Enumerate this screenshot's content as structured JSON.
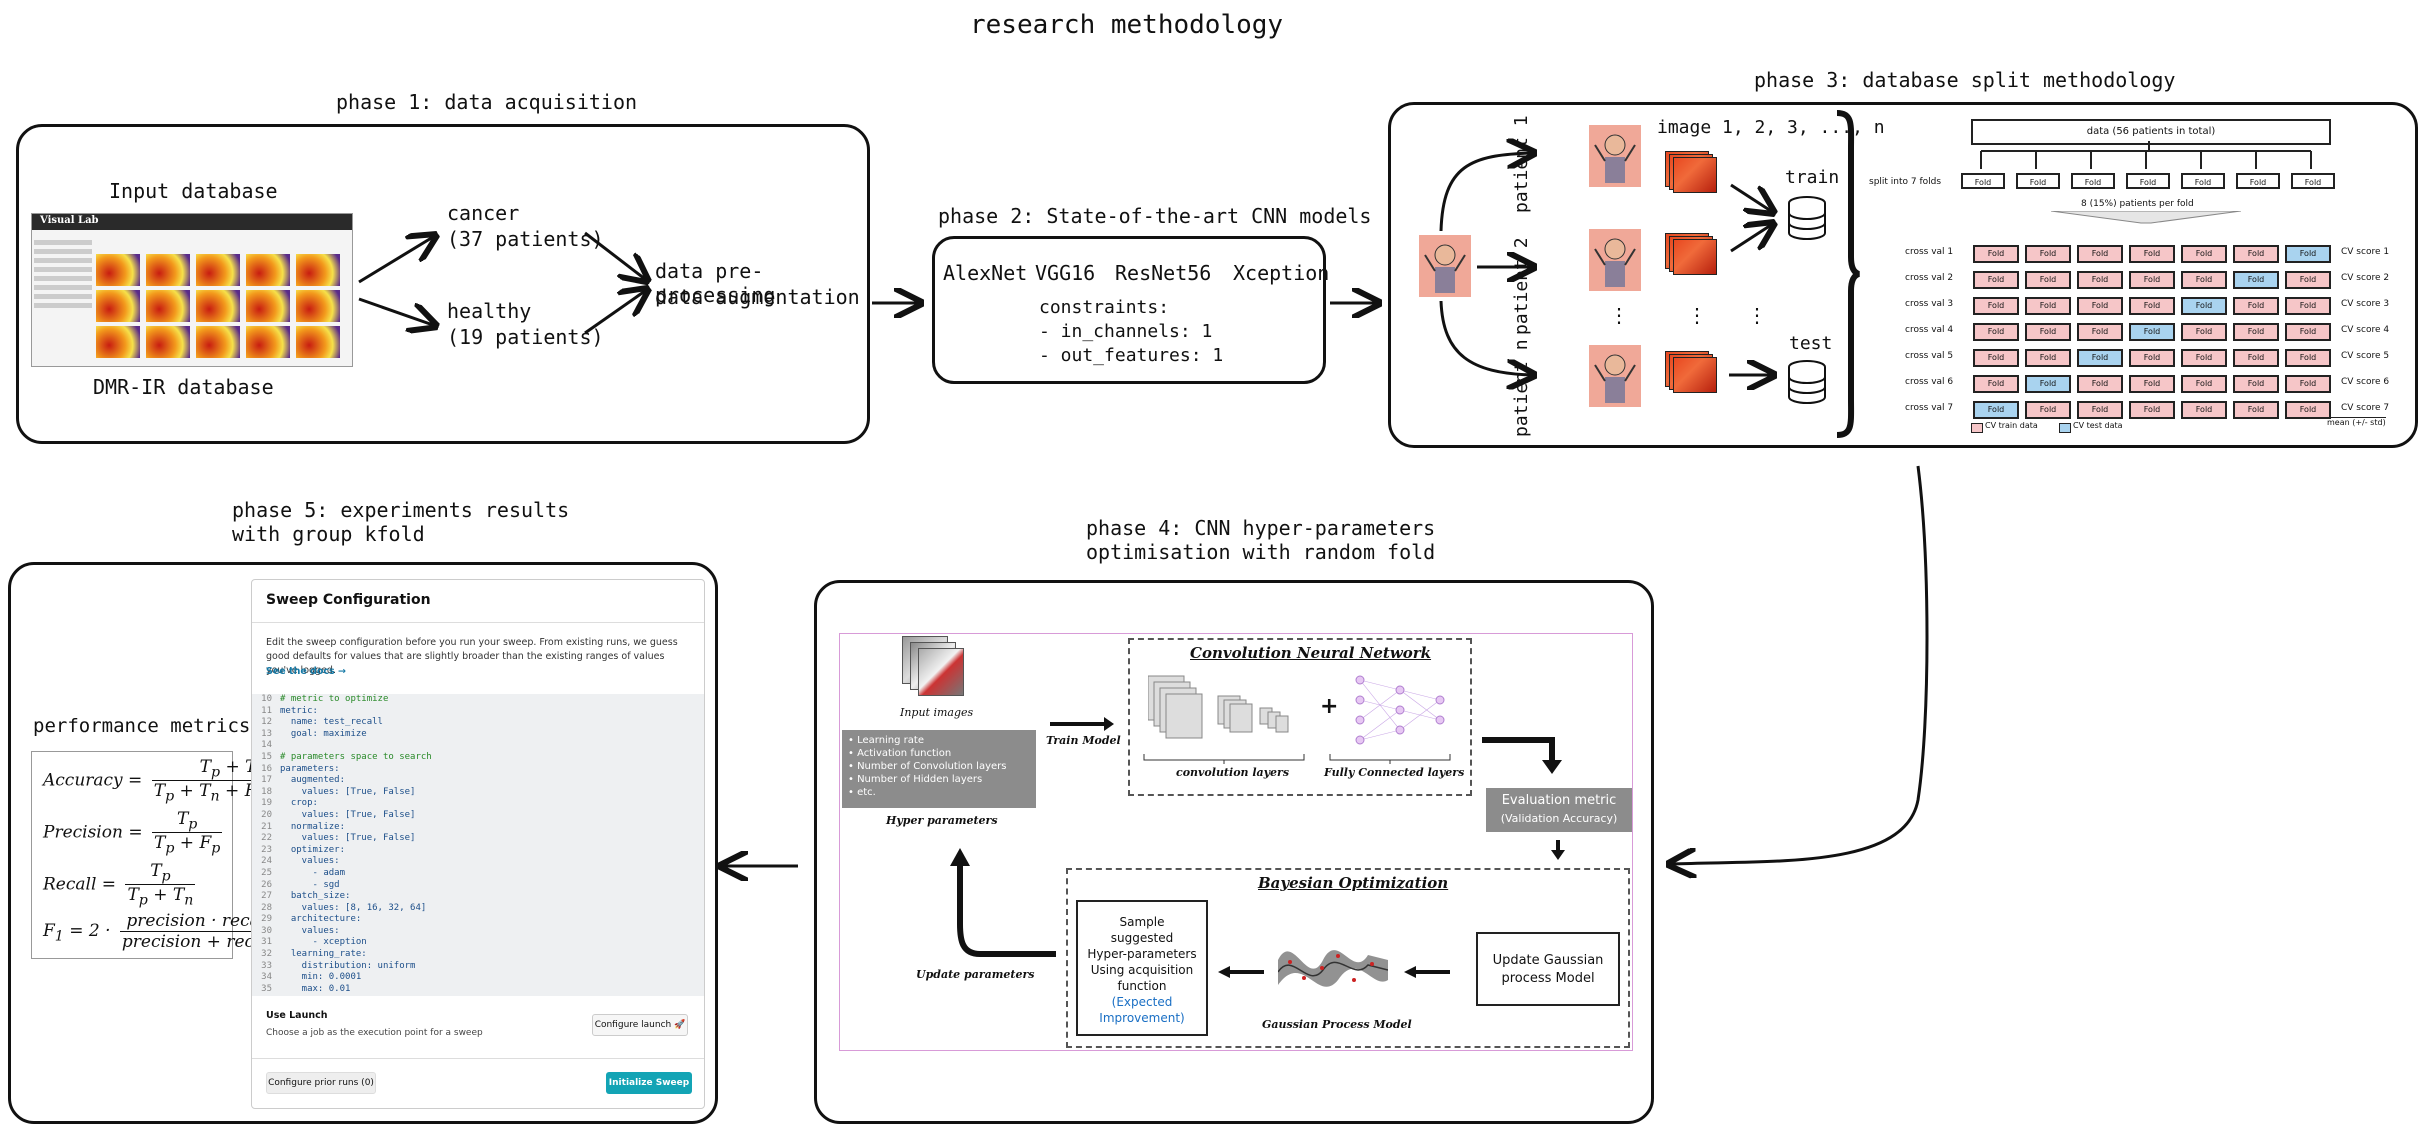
{
  "title": "research methodology",
  "phase1": {
    "title": "phase 1: data acquisition",
    "input_label": "Input database",
    "db_label": "DMR-IR database",
    "screenshot_app": "Visual Lab",
    "cancer": "cancer",
    "cancer_count": "(37 patients)",
    "healthy": "healthy",
    "healthy_count": "(19 patients)",
    "prep1": "data pre-processing",
    "prep2": "data augmentation"
  },
  "phase2": {
    "title": "phase 2: State-of-the-art CNN models",
    "models": [
      "AlexNet",
      "VGG16",
      "ResNet56",
      "Xception"
    ],
    "constraints_label": "constraints:",
    "constraints": [
      "- in_channels: 1",
      "- out_features: 1"
    ]
  },
  "phase3": {
    "title": "phase 3: database split methodology",
    "patients": [
      "patient 1",
      "patient 2",
      "patient n"
    ],
    "images": "image 1, 2, 3, ..., n",
    "train": "train",
    "test": "test",
    "data_total": "data (56 patients in total)",
    "split_label": "split into 7 folds",
    "fold_label": "Fold",
    "per_fold": "8 (15%) patients per fold",
    "cross_vals": [
      "cross val 1",
      "cross val 2",
      "cross val 3",
      "cross val 4",
      "cross val 5",
      "cross val 6",
      "cross val 7"
    ],
    "cv_scores": [
      "CV score 1",
      "CV score 2",
      "CV score 3",
      "CV score 4",
      "CV score 5",
      "CV score 6",
      "CV score 7"
    ],
    "test_fold_index": [
      6,
      5,
      4,
      3,
      2,
      1,
      0
    ],
    "legend_train": "CV train data",
    "legend_test": "CV test data",
    "mean_label": "mean (+/- std)"
  },
  "phase4": {
    "title1": "phase 4: CNN hyper-parameters",
    "title2": "optimisation with random fold",
    "input_images": "Input images",
    "hyper_items": [
      "Learning rate",
      "Activation function",
      "Number of Convolution layers",
      "Number of Hidden layers",
      "etc."
    ],
    "hyper_label": "Hyper parameters",
    "train_model": "Train Model",
    "cnn_title": "Convolution Neural Network",
    "conv_layers": "convolution layers",
    "fc_layers": "Fully Connected layers",
    "eval_line1": "Evaluation metric",
    "eval_line2": "(Validation Accuracy)",
    "bayes_title": "Bayesian Optimization",
    "update_gp1": "Update Gaussian",
    "update_gp2": "process Model",
    "gp_model": "Gaussian Process Model",
    "sample_lines": [
      "Sample",
      "suggested",
      "Hyper-parameters",
      "Using acquisition",
      "function"
    ],
    "expected_improvement": "(Expected Improvement)",
    "update_params": "Update parameters"
  },
  "phase5": {
    "title1": "phase 5: experiments results",
    "title2": "with group kfold",
    "metrics_title": "performance metrics",
    "metric_names": [
      "Accuracy",
      "Precision",
      "Recall",
      "F1"
    ]
  },
  "sweep": {
    "title": "Sweep Configuration",
    "desc": "Edit the sweep configuration before you run your sweep. From existing runs, we guess good defaults for values that are slightly broader than the existing ranges of values you've logged.",
    "docs_link": "See the docs →",
    "code": [
      {
        "n": "10",
        "t": "# metric to optimize"
      },
      {
        "n": "11",
        "t": "metric:"
      },
      {
        "n": "12",
        "t": "  name: test_recall"
      },
      {
        "n": "13",
        "t": "  goal: maximize"
      },
      {
        "n": "14",
        "t": ""
      },
      {
        "n": "15",
        "t": "# parameters space to search"
      },
      {
        "n": "16",
        "t": "parameters:"
      },
      {
        "n": "17",
        "t": "  augmented:"
      },
      {
        "n": "18",
        "t": "    values: [True, False]"
      },
      {
        "n": "19",
        "t": "  crop:"
      },
      {
        "n": "20",
        "t": "    values: [True, False]"
      },
      {
        "n": "21",
        "t": "  normalize:"
      },
      {
        "n": "22",
        "t": "    values: [True, False]"
      },
      {
        "n": "23",
        "t": "  optimizer:"
      },
      {
        "n": "24",
        "t": "    values:"
      },
      {
        "n": "25",
        "t": "      - adam"
      },
      {
        "n": "26",
        "t": "      - sgd"
      },
      {
        "n": "27",
        "t": "  batch_size:"
      },
      {
        "n": "28",
        "t": "    values: [8, 16, 32, 64]"
      },
      {
        "n": "29",
        "t": "  architecture:"
      },
      {
        "n": "30",
        "t": "    values:"
      },
      {
        "n": "31",
        "t": "      - xception"
      },
      {
        "n": "32",
        "t": "  learning_rate:"
      },
      {
        "n": "33",
        "t": "    distribution: uniform"
      },
      {
        "n": "34",
        "t": "    min: 0.0001"
      },
      {
        "n": "35",
        "t": "    max: 0.01"
      }
    ],
    "use_launch": "Use Launch",
    "launch_desc": "Choose a job as the execution point for a sweep",
    "configure_launch": "Configure launch 🚀",
    "configure_prior": "Configure prior runs (0)",
    "initialize": "Initialize Sweep",
    "accent": "#13a4b5"
  }
}
